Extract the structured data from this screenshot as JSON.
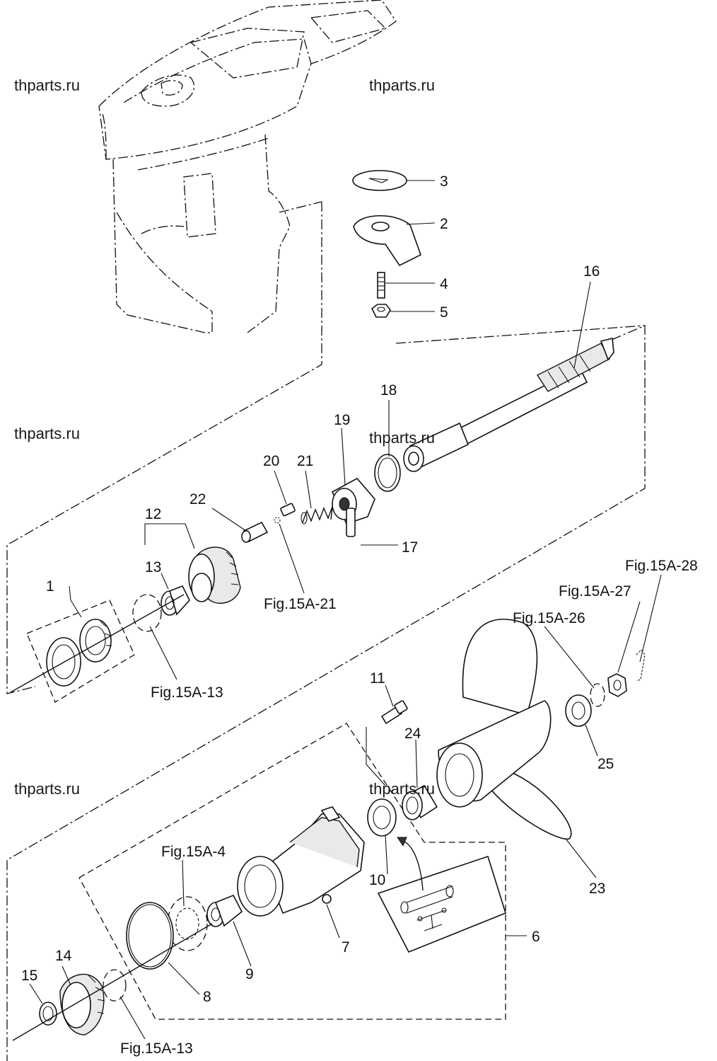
{
  "watermarks": [
    "thparts.ru",
    "thparts.ru",
    "thparts.ru",
    "thparts.ru",
    "thparts.ru",
    "thparts.ru"
  ],
  "part_labels": {
    "p1": "1",
    "p2": "2",
    "p3": "3",
    "p4": "4",
    "p5": "5",
    "p6": "6",
    "p7": "7",
    "p8": "8",
    "p9": "9",
    "p10": "10",
    "p11": "11",
    "p12": "12",
    "p13": "13",
    "p14": "14",
    "p15": "15",
    "p16": "16",
    "p17": "17",
    "p18": "18",
    "p19": "19",
    "p20": "20",
    "p21": "21",
    "p22": "22",
    "p23": "23",
    "p24": "24",
    "p25": "25"
  },
  "figure_refs": {
    "r_fig21": "Fig.15A-21",
    "r_fig13_upper": "Fig.15A-13",
    "r_fig13_lower": "Fig.15A-13",
    "r_fig4": "Fig.15A-4",
    "r_fig26": "Fig.15A-26",
    "r_fig27": "Fig.15A-27",
    "r_fig28": "Fig.15A-28"
  }
}
